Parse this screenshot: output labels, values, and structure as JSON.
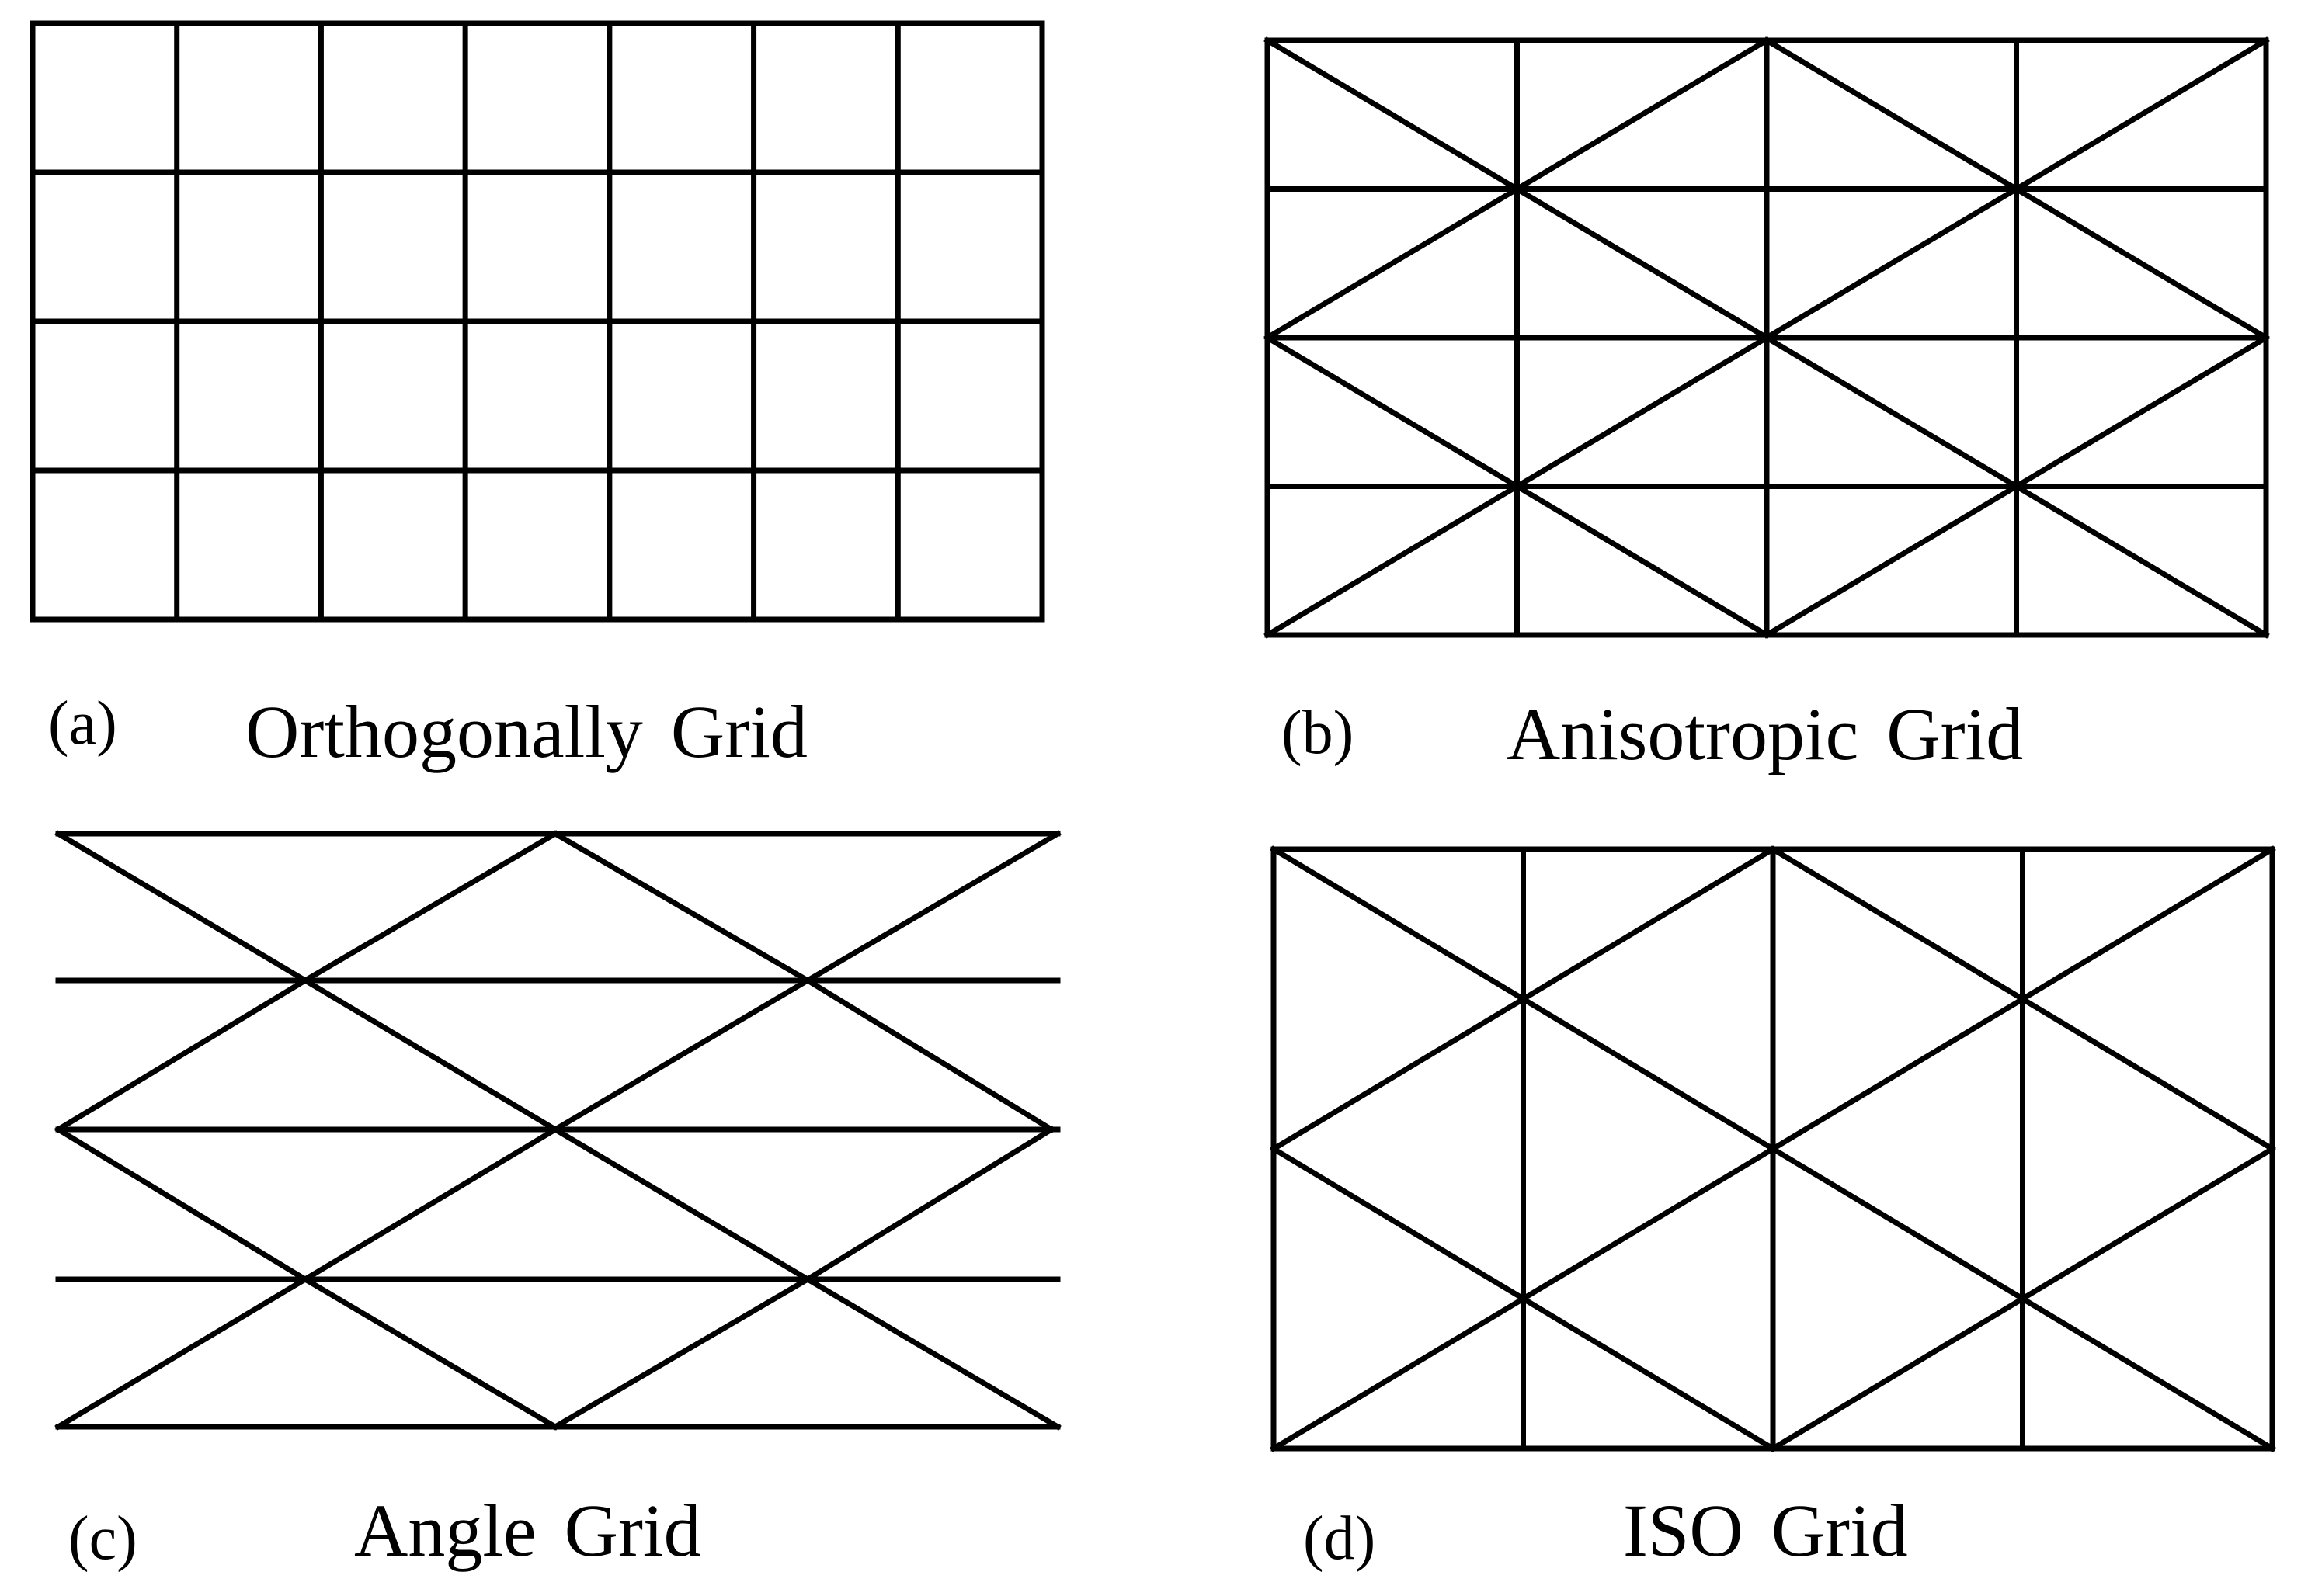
{
  "figure": {
    "line_color": "#000000",
    "background": "#ffffff",
    "panels": [
      {
        "letter": "(a)",
        "title": "Orthogonally Grid"
      },
      {
        "letter": "(b)",
        "title": "Anisotropic Grid"
      },
      {
        "letter": "(c)",
        "title": "Angle Grid"
      },
      {
        "letter": "(d)",
        "title": "ISO Grid"
      }
    ]
  }
}
